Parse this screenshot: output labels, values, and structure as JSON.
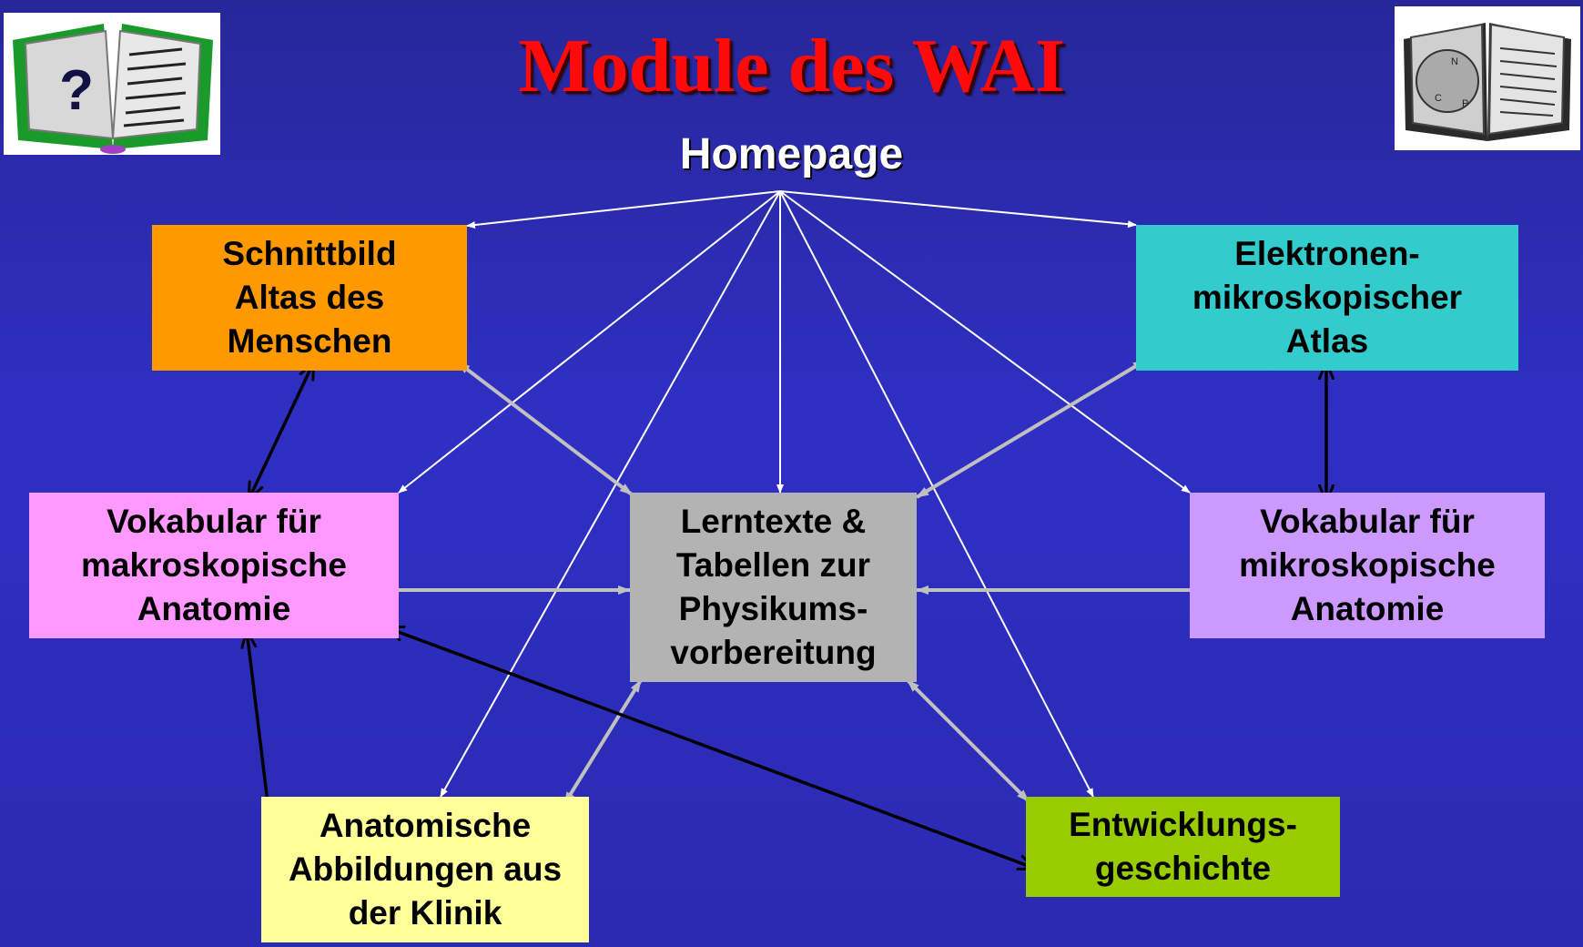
{
  "title": "Module des WAI",
  "homepage_label": "Homepage",
  "modules": [
    {
      "id": "schnitt",
      "label": "Schnittbild\nAltas des\nMenschen",
      "color": "#ff9900"
    },
    {
      "id": "elektron",
      "label": "Elektronen-\nmikroskopischer\nAtlas",
      "color": "#33cccc"
    },
    {
      "id": "vokmakro",
      "label": "Vokabular für\nmakroskopische\nAnatomie",
      "color": "#ff99ff"
    },
    {
      "id": "lern",
      "label": "Lerntexte &\nTabellen zur\nPhysikums-\nvorbereitung",
      "color": "#b3b3b3"
    },
    {
      "id": "vokmikro",
      "label": "Vokabular für\nmikroskopische\nAnatomie",
      "color": "#cc99ff"
    },
    {
      "id": "klinik",
      "label": "Anatomische\nAbbildungen aus\nder Klinik",
      "color": "#ffff99"
    },
    {
      "id": "entw",
      "label": "Entwicklungs-\ngeschichte",
      "color": "#99cc00"
    }
  ],
  "connections": [
    {
      "from": "homepage",
      "to": "schnitt",
      "style": "white"
    },
    {
      "from": "homepage",
      "to": "elektron",
      "style": "white"
    },
    {
      "from": "homepage",
      "to": "vokmakro",
      "style": "white"
    },
    {
      "from": "homepage",
      "to": "lern",
      "style": "white"
    },
    {
      "from": "homepage",
      "to": "vokmikro",
      "style": "white"
    },
    {
      "from": "homepage",
      "to": "klinik",
      "style": "white"
    },
    {
      "from": "homepage",
      "to": "entw",
      "style": "white"
    },
    {
      "from": "lern",
      "to": "schnitt",
      "style": "gray"
    },
    {
      "from": "lern",
      "to": "elektron",
      "style": "gray"
    },
    {
      "from": "lern",
      "to": "vokmakro",
      "style": "gray"
    },
    {
      "from": "lern",
      "to": "vokmikro",
      "style": "gray"
    },
    {
      "from": "lern",
      "to": "klinik",
      "style": "gray"
    },
    {
      "from": "lern",
      "to": "entw",
      "style": "gray"
    },
    {
      "from": "schnitt",
      "to": "vokmakro",
      "style": "black"
    },
    {
      "from": "elektron",
      "to": "vokmikro",
      "style": "black"
    },
    {
      "from": "vokmakro",
      "to": "klinik",
      "style": "black"
    },
    {
      "from": "vokmakro",
      "to": "entw",
      "style": "black"
    }
  ],
  "colors": {
    "background": "#2f2fc4",
    "title": "#ff0a0a",
    "white_arrow": "#ffffff",
    "gray_arrow": "#c0c0c0",
    "black_arrow": "#000000"
  },
  "icons": [
    "question-book-icon",
    "open-book-icon"
  ]
}
